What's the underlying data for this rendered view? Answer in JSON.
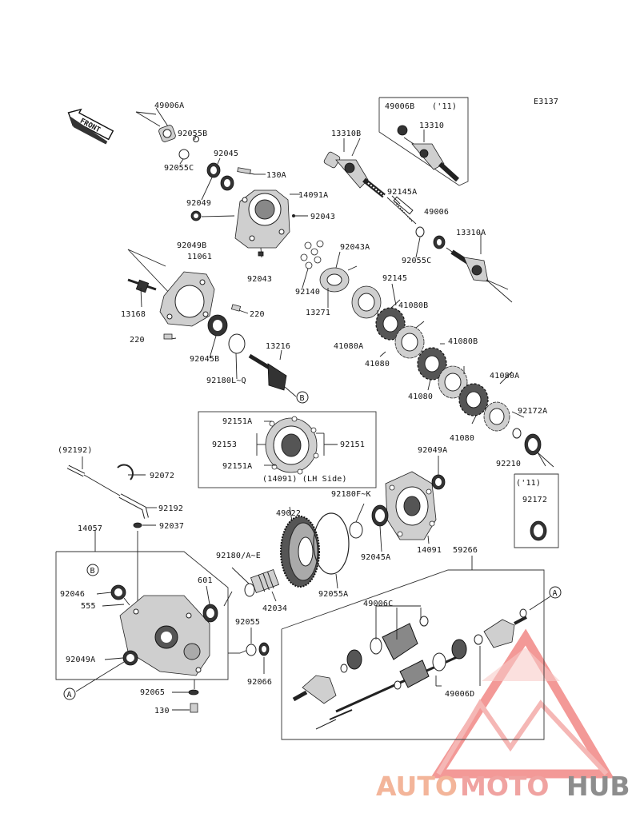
{
  "diagram_code": "E3137",
  "front_label": "FRONT",
  "parts": {
    "p49006A": "49006A",
    "p92055B": "92055B",
    "p92045": "92045",
    "p130A": "130A",
    "p14091A": "14091A",
    "p92055C_a": "92055C",
    "p92049": "92049",
    "p92043_a": "92043",
    "p92049B": "92049B",
    "p11061": "11061",
    "p92043_b": "92043",
    "p13168": "13168",
    "p220_a": "220",
    "p220_b": "220",
    "p92045B": "92045B",
    "p92180LQ": "92180L~Q",
    "p13216": "13216",
    "p13310B": "13310B",
    "p49006B": "49006B",
    "p11_a": "('11)",
    "p13310": "13310",
    "p92145A": "92145A",
    "p49006": "49006",
    "p13310A": "13310A",
    "p92055C_b": "92055C",
    "p92043A": "92043A",
    "p92145": "92145",
    "p92140": "92140",
    "p13271": "13271",
    "p41080B_a": "41080B",
    "p41080A_a": "41080A",
    "p41080_a": "41080",
    "p41080B_b": "41080B",
    "p41080_b": "41080",
    "p41080A_b": "41080A",
    "p41080_c": "41080",
    "p92172A": "92172A",
    "p92210": "92210",
    "p11_b": "('11)",
    "p92172": "92172",
    "p92151A_a": "92151A",
    "p92153": "92153",
    "p92151": "92151",
    "p92151A_b": "92151A",
    "p14091_lh": "(14091)  (LH Side)",
    "p92192_paren": "(92192)",
    "p92072": "92072",
    "p92192": "92192",
    "p92037": "92037",
    "p14057": "14057",
    "p92049A_a": "92049A",
    "p92180FK": "92180F~K",
    "p49022": "49022",
    "p14091": "14091",
    "p92045A": "92045A",
    "p92055A": "92055A",
    "p59266": "59266",
    "p92180AE": "92180/A~E",
    "p601": "601",
    "p42034": "42034",
    "p92046": "92046",
    "p555": "555",
    "p92055": "92055",
    "p92049A_b": "92049A",
    "p92066": "92066",
    "p92065": "92065",
    "p130": "130",
    "p49006C": "49006C",
    "p49006D": "49006D"
  },
  "callouts": {
    "A": "A",
    "B": "B"
  },
  "watermark": {
    "auto": "AUTO",
    "moto": "MOTO",
    "hub": "HUB"
  },
  "colors": {
    "watermark_red": "#ef6e6c",
    "watermark_orange": "#f6a46e",
    "watermark_gray": "#7b7b7b"
  }
}
